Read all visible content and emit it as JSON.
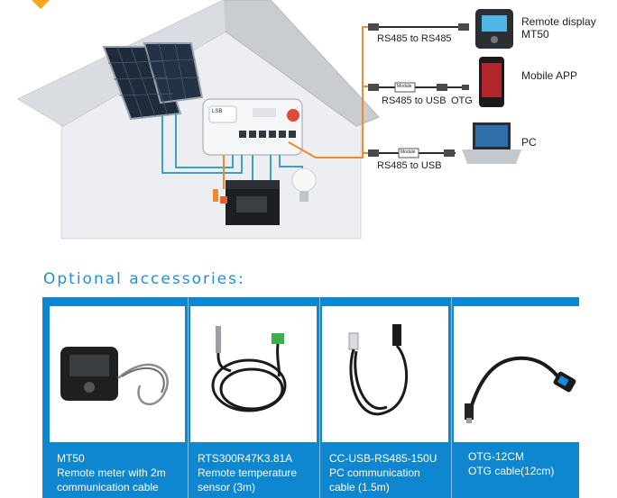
{
  "diagram": {
    "links": [
      {
        "label": "RS485 to RS485"
      },
      {
        "label": "RS485 to USB",
        "label2": "OTG",
        "module": "Module"
      },
      {
        "label": "RS485 to USB",
        "module": "Module"
      }
    ],
    "devices": [
      {
        "line1": "Remote display",
        "line2": "MT50"
      },
      {
        "line1": "Mobile APP"
      },
      {
        "line1": "PC"
      }
    ],
    "controller_brand": "LSB",
    "colors": {
      "orange": "#f08a2c",
      "blue": "#3aa0c8",
      "house": "#e8eaee"
    }
  },
  "accessories": {
    "title": "Optional accessories:",
    "items": [
      {
        "name": "MT50",
        "line2": "Remote meter with 2m",
        "line3": "communication cable",
        "icon": "remote-meter-icon"
      },
      {
        "name": "RTS300R47K3.81A",
        "line2": "Remote temperature",
        "line3": "sensor (3m)",
        "icon": "temperature-sensor-icon"
      },
      {
        "name": "CC-USB-RS485-150U",
        "line2": "PC communication",
        "line3": "cable (1.5m)",
        "icon": "usb-cable-icon"
      },
      {
        "name": "OTG-12CM",
        "line2": "OTG cable(12cm)",
        "line3": "",
        "icon": "otg-cable-icon"
      }
    ]
  }
}
